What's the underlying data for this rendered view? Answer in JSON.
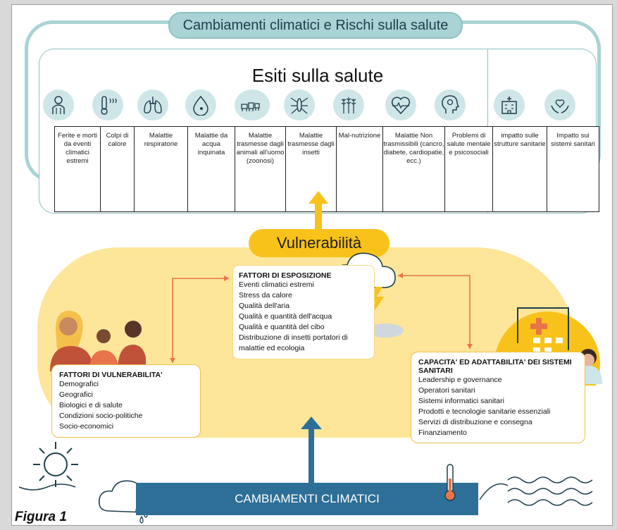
{
  "title": "Cambiamenti climatici e Rischi sulla salute",
  "outcomes_title": "Esiti sulla salute",
  "outcomes": [
    {
      "icon": "injured-person-icon",
      "label": "Ferite e morti da eventi climatici estremi"
    },
    {
      "icon": "thermometer-heat-icon",
      "label": "Colpi di calore"
    },
    {
      "icon": "lungs-icon",
      "label": "Malattie respiratorie"
    },
    {
      "icon": "water-drop-icon",
      "label": "Malattie da acqua inquinata"
    },
    {
      "icon": "animals-icon",
      "label": "Malattie trasmesse dagli animali all'uomo (zoonosi)"
    },
    {
      "icon": "mosquito-icon",
      "label": "Malattie trasmesse dagli insetti"
    },
    {
      "icon": "grain-icon",
      "label": "Mal-nutrizione"
    },
    {
      "icon": "heart-pulse-icon",
      "label": "Malattie Non trasmissibili (cancro, diabete, cardiopatie, ecc.)"
    },
    {
      "icon": "head-mind-icon",
      "label": "Problemi di salute mentale e psicosociali"
    },
    {
      "icon": "hospital-icon",
      "label": "impatto sulle strutture sanitarie"
    },
    {
      "icon": "hands-heart-icon",
      "label": "Impatto sui sistemi sanitari"
    }
  ],
  "vulnerability_title": "Vulnerabilità",
  "exposure": {
    "title": "FATTORI DI ESPOSIZIONE",
    "items": [
      "Eventi climatici estremi",
      "Stress da calore",
      "Qualità dell'aria",
      "Qualità e quantità dell'acqua",
      "Qualità e quantità del cibo",
      "Distribuzione di insetti portatori di malattie ed ecologia"
    ]
  },
  "vulnerability_factors": {
    "title": "FATTORI DI VULNERABILITA'",
    "items": [
      "Demografici",
      "Geografici",
      "Biologici e di salute",
      "Condizioni socio-politiche",
      "Socio-economici"
    ]
  },
  "capacity": {
    "title": "CAPACITA' ED ADATTABILITA' DEI SISTEMI SANITARI",
    "items": [
      "Leadership e governance",
      "Operatori sanitari",
      "Sistemi informatici sanitari",
      "Prodotti e tecnologie sanitarie essenziali",
      "Servizi di distribuzione e consegna",
      "Finanziamento"
    ]
  },
  "climate_change": "CAMBIAMENTI CLIMATICI",
  "figure_label": "Figura 1",
  "colors": {
    "teal": "#a9d3d5",
    "yellow": "#f9c21a",
    "blob": "#fde69a",
    "blue": "#2e6f97",
    "orange": "#e8744a"
  }
}
